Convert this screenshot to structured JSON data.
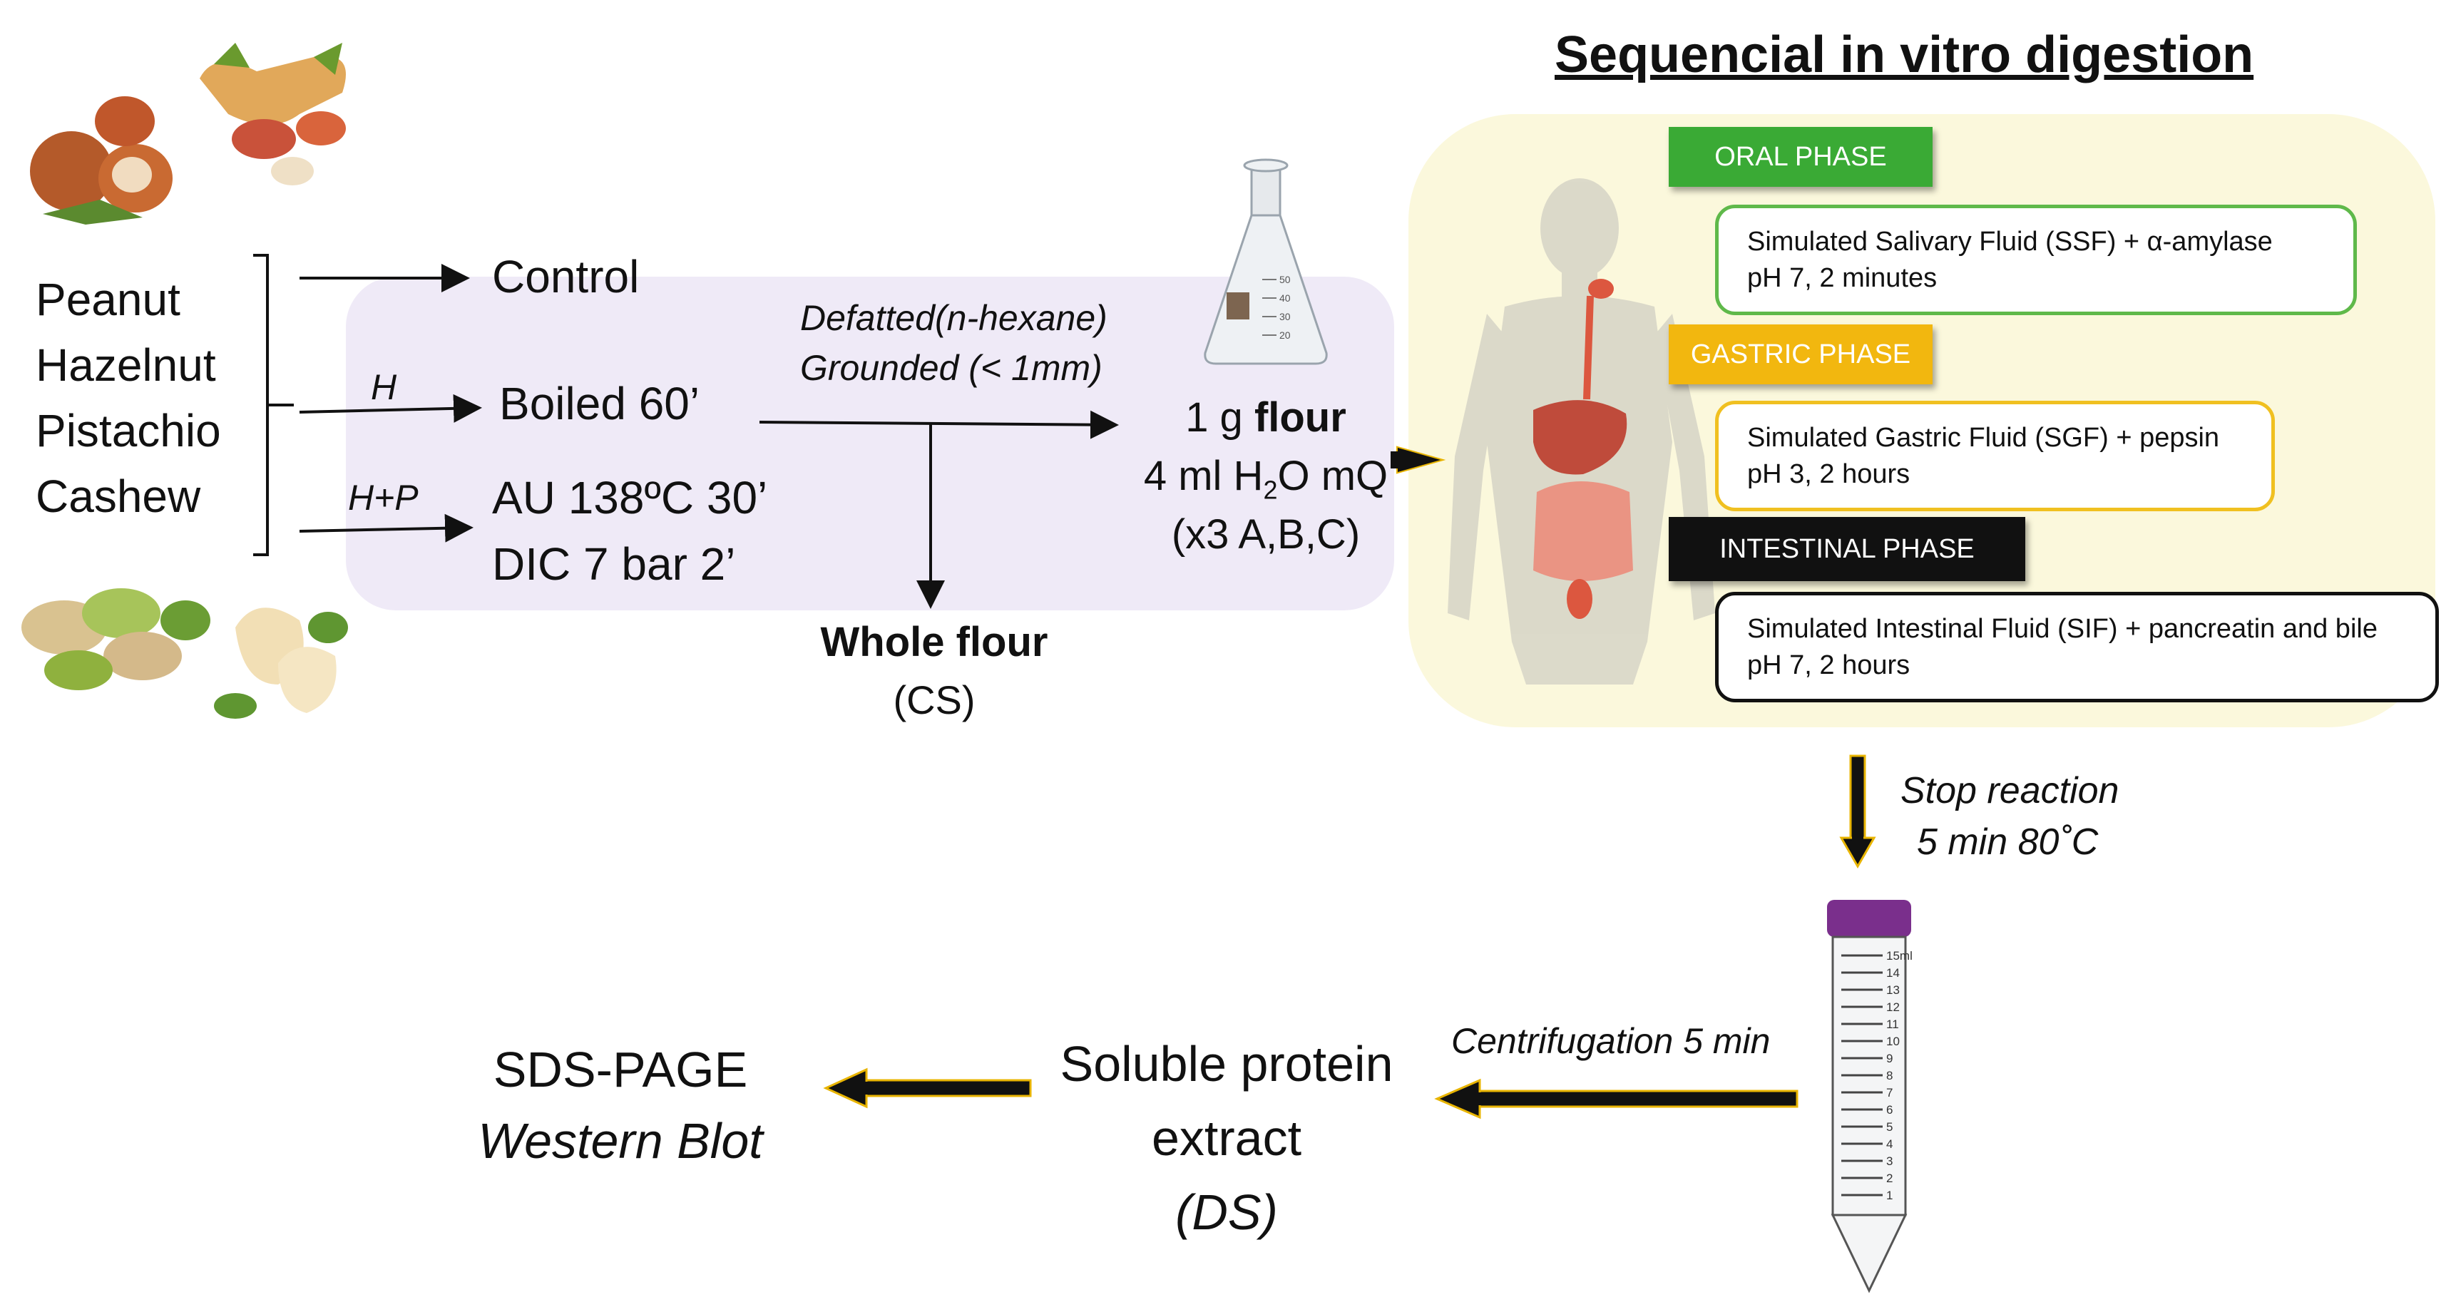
{
  "title": "Sequencial in vitro digestion",
  "nuts": [
    "Peanut",
    "Hazelnut",
    "Pistachio",
    "Cashew"
  ],
  "treatments": {
    "control": "Control",
    "h_label": "H",
    "boiled": "Boiled 60’",
    "hp_label": "H+P",
    "au": "AU 138ºC 30’",
    "dic": "DIC 7 bar 2’"
  },
  "prep": {
    "defatted": "Defatted(n-hexane)",
    "grounded": "Grounded (< 1mm)"
  },
  "whole_flour": {
    "label": "Whole flour",
    "code": "(CS)"
  },
  "sample": {
    "line1_prefix": "1 g ",
    "line1_bold": "flour",
    "line2_a": "4 ml H",
    "line2_sub": "2",
    "line2_b": "O mQ",
    "line3": "(x3 A,B,C)"
  },
  "phases": [
    {
      "name": "ORAL PHASE",
      "color": "#3aaa35",
      "border": "#5fb94a",
      "line1": "Simulated Salivary Fluid (SSF) + α-amylase",
      "line2": "pH 7, 2 minutes"
    },
    {
      "name": "GASTRIC PHASE",
      "color": "#f2b70f",
      "border": "#f0c020",
      "line1": "Simulated Gastric Fluid (SGF) + pepsin",
      "line2": "pH 3, 2 hours"
    },
    {
      "name": "INTESTINAL PHASE",
      "color": "#111111",
      "border": "#111111",
      "line1": "Simulated Intestinal Fluid (SIF) + pancreatin and bile",
      "line2": "pH 7, 2 hours"
    }
  ],
  "stop": {
    "line1": "Stop reaction",
    "line2": "5 min  80˚C"
  },
  "centrifugation": "Centrifugation 5 min",
  "extract": {
    "line1": "Soluble protein",
    "line2": "extract",
    "line3": "(DS)"
  },
  "analysis": {
    "line1": "SDS-PAGE",
    "line2": "Western Blot"
  },
  "tube_scale": [
    "15ml",
    "14",
    "13",
    "12",
    "11",
    "10",
    "9",
    "8",
    "7",
    "6",
    "5",
    "4",
    "3",
    "2",
    "1"
  ],
  "flask_scale": [
    "50",
    "40",
    "30",
    "20"
  ],
  "colors": {
    "treatment_panel": "#efeaf7",
    "digestion_panel": "#fbf8dc",
    "arrow": "#111111",
    "arrow_outline": "#e8b400",
    "tube_cap": "#7a2f8c"
  }
}
